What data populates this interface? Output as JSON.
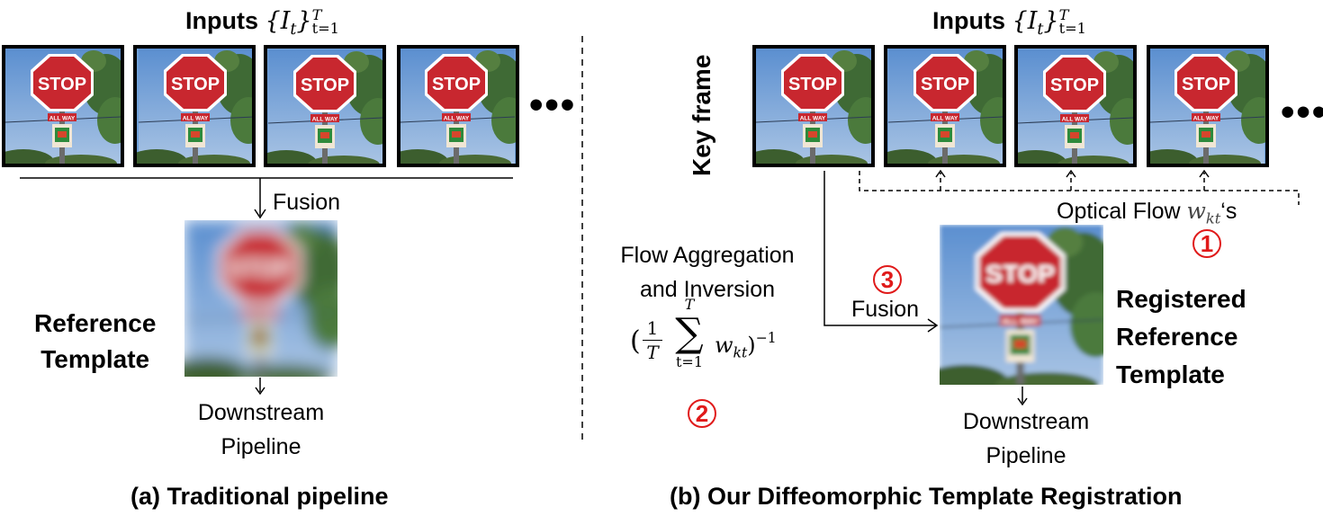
{
  "left": {
    "inputs_label": "Inputs",
    "inputs_math": "{I",
    "inputs_sub_t": "t",
    "inputs_close": "}",
    "inputs_sup": "T",
    "inputs_range": "t=1",
    "ellipsis": "•••",
    "fusion_label": "Fusion",
    "template_label_line1": "Reference",
    "template_label_line2": "Template",
    "downstream_line1": "Downstream",
    "downstream_line2": "Pipeline",
    "caption": "(a) Traditional pipeline"
  },
  "right": {
    "inputs_label": "Inputs",
    "inputs_math": "{I",
    "inputs_sub_t": "t",
    "inputs_close": "}",
    "inputs_sup": "T",
    "inputs_range": "t=1",
    "key_frame_label": "Key frame",
    "ellipsis": "•••",
    "optical_flow_label": "Optical Flow",
    "optical_flow_math": "w",
    "optical_flow_sub": "kt",
    "optical_flow_suffix": "‘s",
    "step1": "1",
    "aggregation_line1": "Flow Aggregation",
    "aggregation_line2": "and Inversion",
    "formula_frac_num": "1",
    "formula_frac_den": "T",
    "formula_sum_top": "T",
    "formula_sum_bottom": "t=1",
    "formula_sigma": "∑",
    "formula_open": "(",
    "formula_term": "w",
    "formula_term_sub": "kt",
    "formula_close": ")",
    "formula_power": "−1",
    "step2": "2",
    "step3": "3",
    "fusion_label": "Fusion",
    "template_line1": "Registered",
    "template_line2": "Reference",
    "template_line3": "Template",
    "downstream_line1": "Downstream",
    "downstream_line2": "Pipeline",
    "caption": "(b) Our Diffeomorphic Template Registration"
  },
  "image_content": {
    "sign_text": "STOP",
    "sub_sign_text": "ALL WAY"
  },
  "colors": {
    "stop_red": "#c8272f",
    "sky_blue": "#6e9fd6",
    "foliage": "#3f6a35",
    "step_red": "#e01a1a"
  }
}
